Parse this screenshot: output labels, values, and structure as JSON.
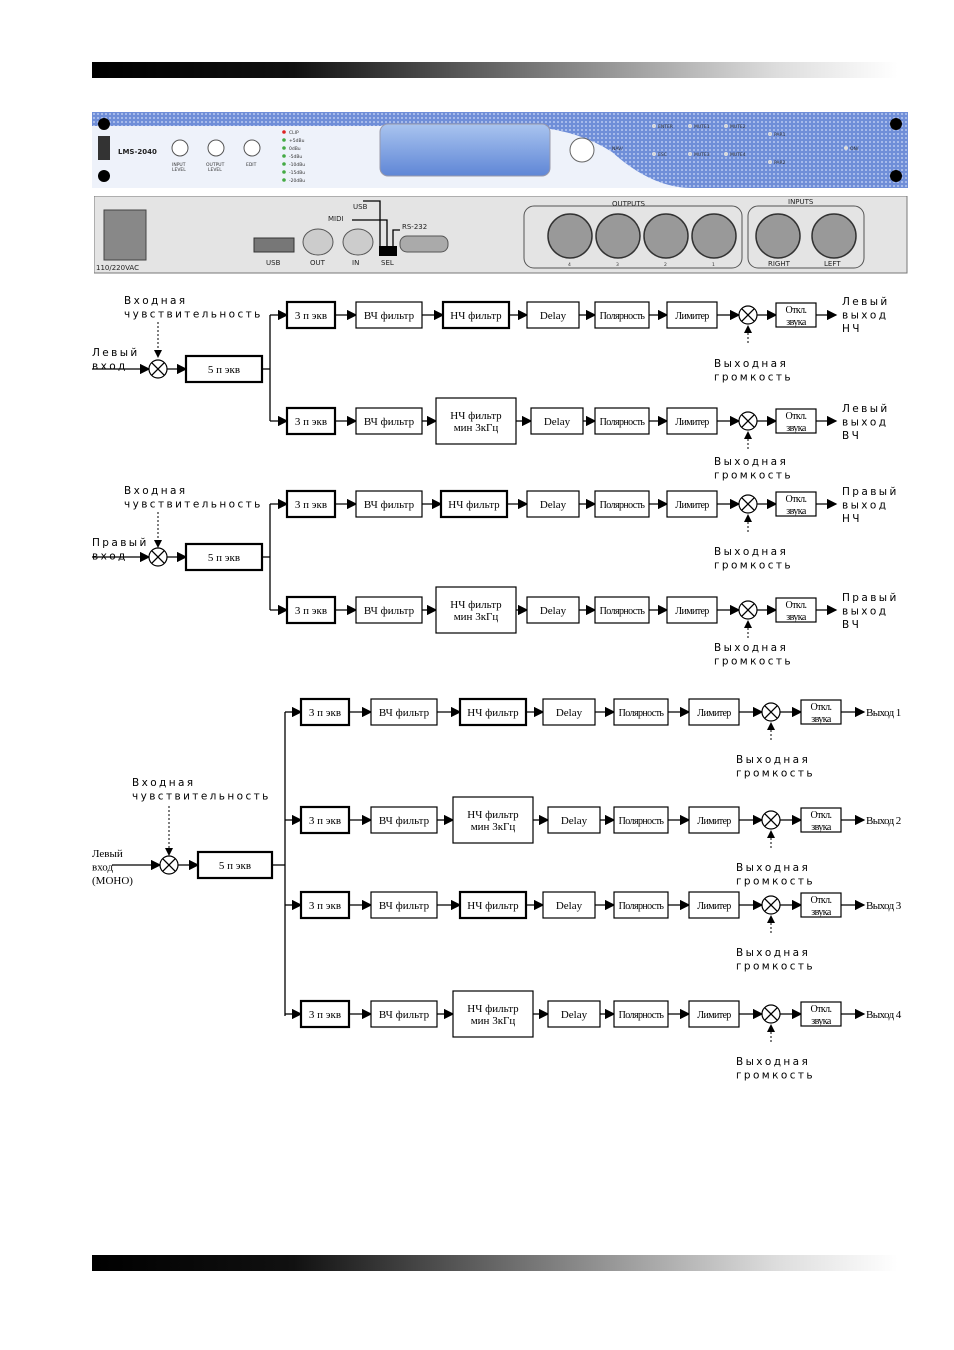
{
  "front_panel": {
    "model": "LMS-2040",
    "knob_labels": [
      "INPUT\nLEVEL",
      "OUTPUT\nLEVEL",
      "EDIT"
    ],
    "meter_labels": [
      "CLIP",
      "+5dBu",
      "0dBu",
      "-5dBu",
      "-10dBu",
      "-15dBu",
      "-20dBu"
    ],
    "button_labels": [
      "ENTER",
      "ESC",
      "MUTE1",
      "MUTE2",
      "MUTE3",
      "MUTE4",
      "PAR1",
      "PAR2",
      "ON/\nSTANDBY"
    ],
    "nav_label": "NAV/\nPAR 1"
  },
  "rear_panel": {
    "power_label": "110/220VAC",
    "usb_top": "USB",
    "midi_top": "MIDI",
    "rs232": "RS-232",
    "ports": [
      "USB",
      "OUT",
      "IN",
      "SEL"
    ],
    "outputs_title": "OUTPUTS",
    "output_numbers": [
      "4",
      "3",
      "2",
      "1"
    ],
    "inputs_title": "INPUTS",
    "input_names": [
      "RIGHT",
      "LEFT"
    ]
  },
  "blocks": {
    "eq3": "3 п экв",
    "eq5": "5 п экв",
    "hpf": "ВЧ фильтр",
    "lpf": "НЧ фильтр",
    "lpf_min_1": "НЧ фильтр",
    "lpf_min_2": "мин 3кГц",
    "delay": "Delay",
    "polarity": "Полярность",
    "limiter": "Лимитер",
    "mute_1": "Откл.",
    "mute_2": "звука"
  },
  "labels": {
    "in_sens_1": "Входная",
    "in_sens_2": "чувствительность",
    "out_vol_1": "Выходная",
    "out_vol_2": "громкость",
    "left_in_1": "Левый",
    "left_in_2": "вход",
    "right_in_1": "Правый",
    "right_in_2": "вход",
    "mono": "(МОНО)",
    "left_lf": [
      "Левый",
      "выход",
      "НЧ"
    ],
    "left_hf": [
      "Левый",
      "выход",
      "ВЧ"
    ],
    "right_lf": [
      "Правый",
      "выход",
      "НЧ"
    ],
    "right_hf": [
      "Правый",
      "выход",
      "ВЧ"
    ],
    "outputs": [
      "Выход 1",
      "Выход 2",
      "Выход 3",
      "Выход 4"
    ]
  }
}
